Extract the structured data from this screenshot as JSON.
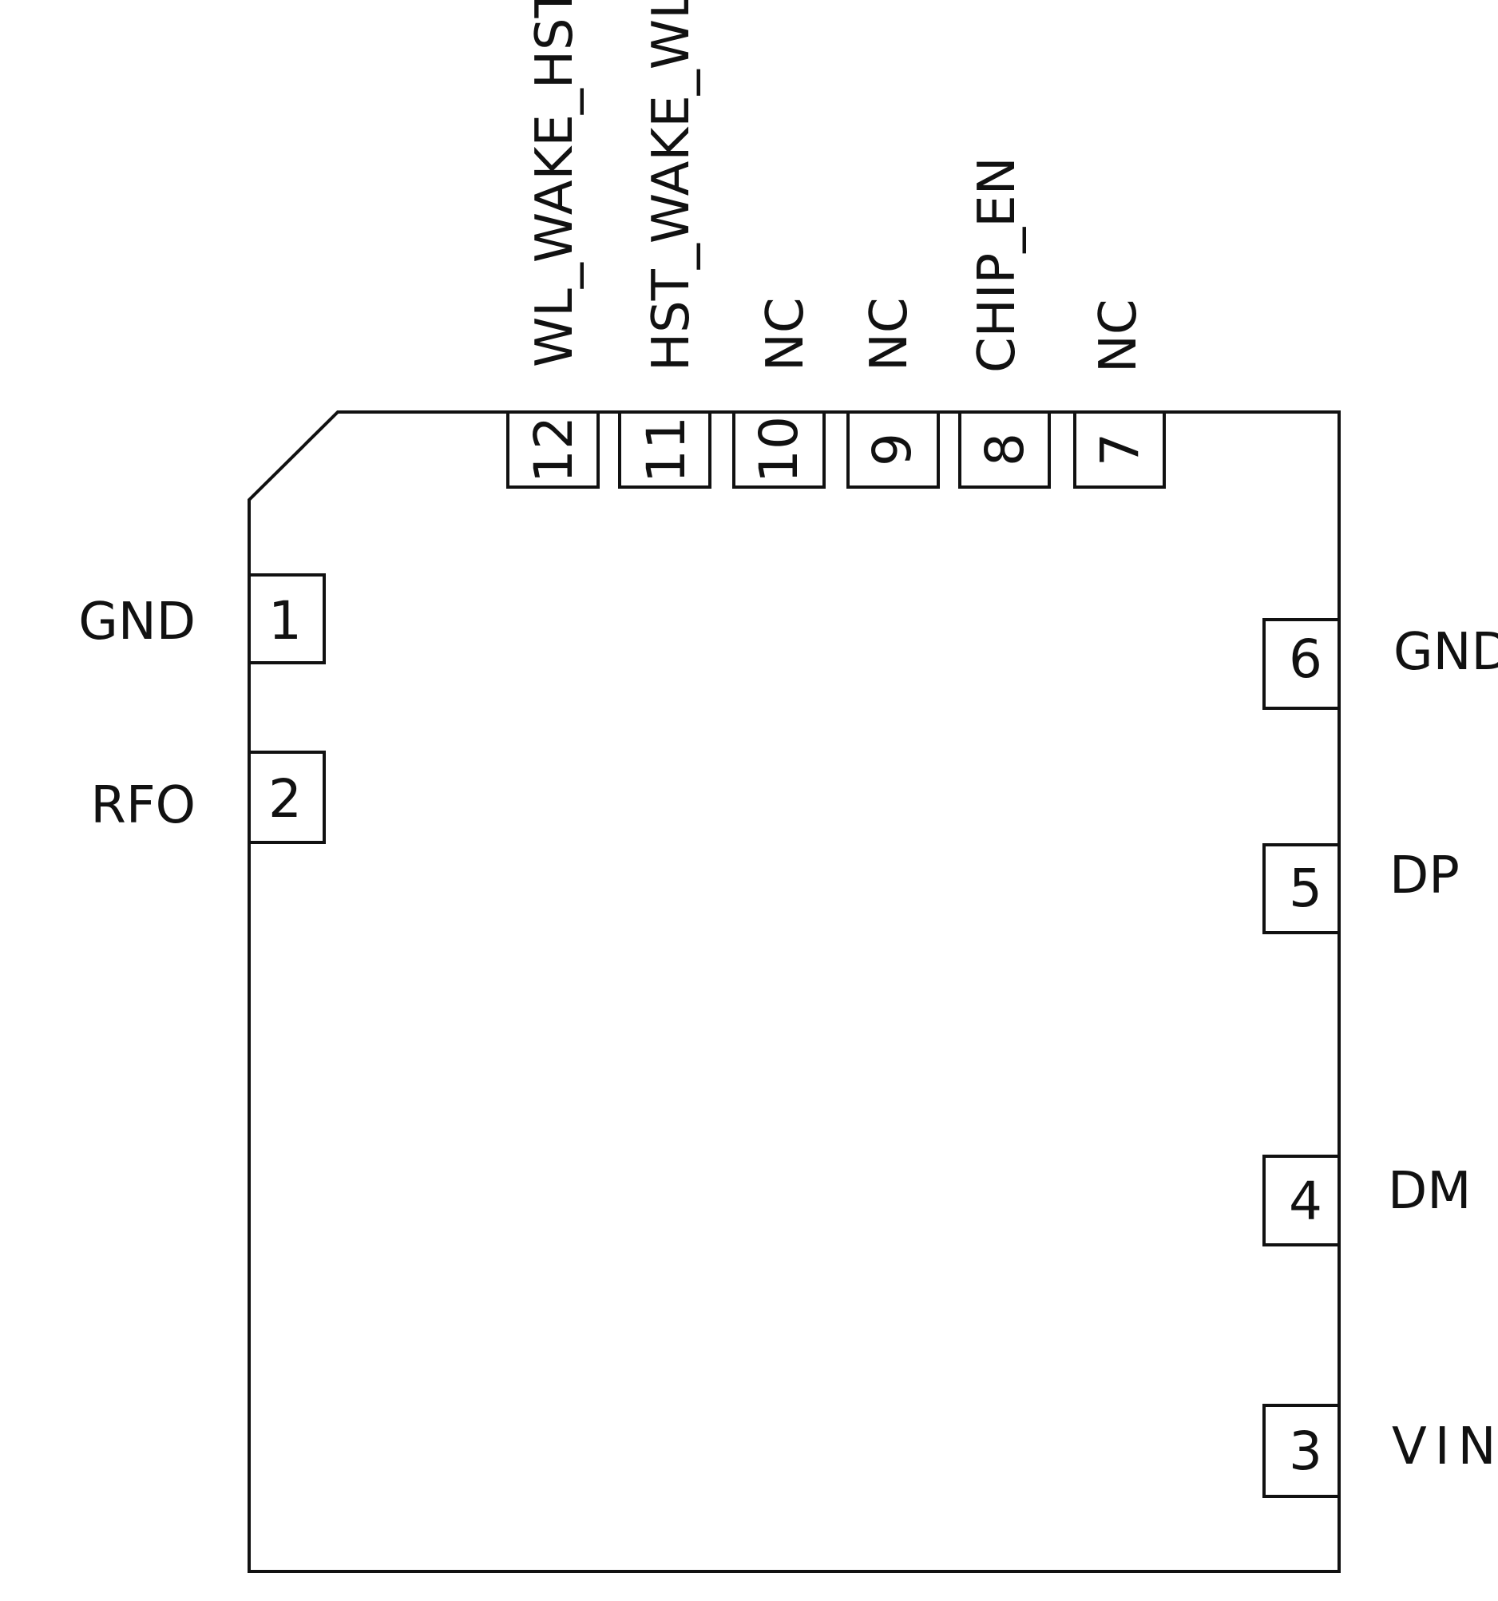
{
  "diagram": {
    "colors": {
      "line": "#111111",
      "text": "#111111",
      "background": "#ffffff"
    },
    "pins": {
      "left": [
        {
          "number": "1",
          "label": "GND"
        },
        {
          "number": "2",
          "label": "RFO"
        }
      ],
      "right": [
        {
          "number": "6",
          "label": "GND"
        },
        {
          "number": "5",
          "label": "DP"
        },
        {
          "number": "4",
          "label": "DM"
        },
        {
          "number": "3",
          "label": "VIN"
        }
      ],
      "top": [
        {
          "number": "12",
          "label": "WL_WAKE_HST"
        },
        {
          "number": "11",
          "label": "HST_WAKE_WL"
        },
        {
          "number": "10",
          "label": "NC"
        },
        {
          "number": "9",
          "label": "NC"
        },
        {
          "number": "8",
          "label": "CHIP_EN"
        },
        {
          "number": "7",
          "label": "NC"
        }
      ]
    }
  }
}
